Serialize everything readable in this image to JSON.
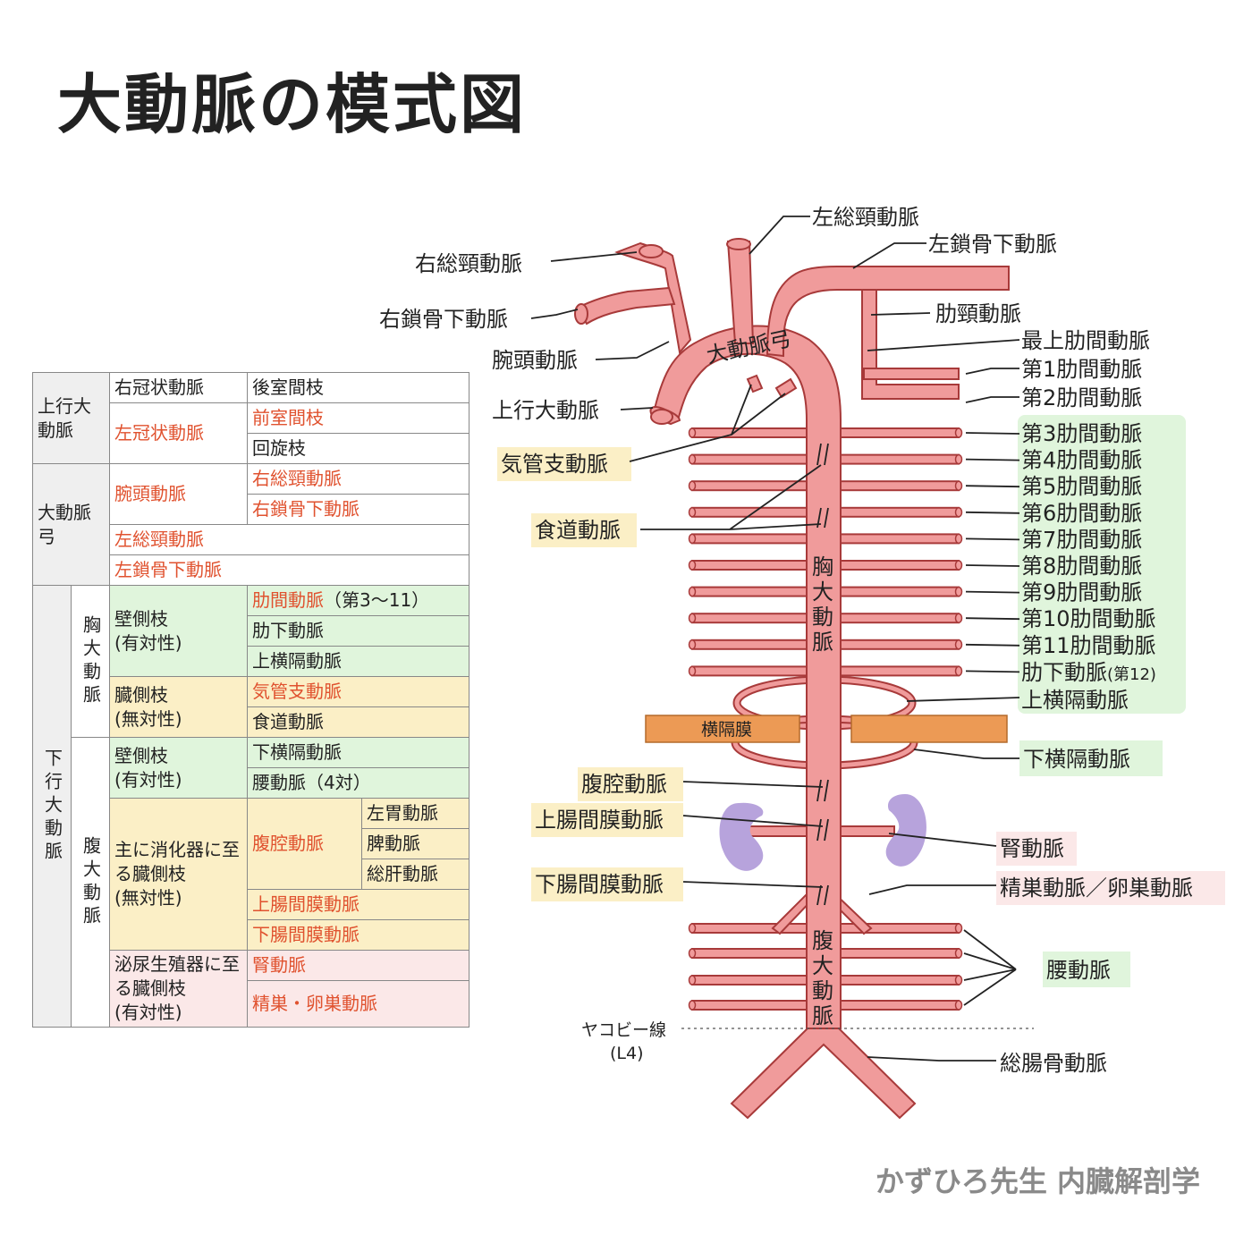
{
  "title": "大動脈の模式図",
  "credit": "かずひろ先生 内臓解剖学",
  "table": {
    "ascending": {
      "group": "上行大動脈",
      "rows": [
        {
          "branch": "右冠状動脈",
          "sub": [
            "後室間枝"
          ]
        },
        {
          "branch": "左冠状動脈",
          "sub": [
            "前室間枝",
            "回旋枝"
          ]
        }
      ]
    },
    "arch": {
      "group": "大動脈弓",
      "rows": [
        {
          "branch": "腕頭動脈",
          "sub": [
            "右総頸動脈",
            "右鎖骨下動脈"
          ]
        },
        {
          "branch": "左総頸動脈"
        },
        {
          "branch": "左鎖骨下動脈"
        }
      ]
    },
    "descending": {
      "group": "下行大動脈",
      "thoracic": {
        "name": "胸大動脈",
        "parietal": {
          "label": "壁側枝",
          "sub": "(有対性)",
          "items": [
            "肋間動脈",
            "（第3〜11）",
            "肋下動脈",
            "上横隔動脈"
          ]
        },
        "visceral": {
          "label": "臓側枝",
          "sub": "(無対性)",
          "items": [
            "気管支動脈",
            "食道動脈"
          ]
        }
      },
      "abdominal": {
        "name": "腹大動脈",
        "parietal": {
          "label": "壁側枝",
          "sub": "(有対性)",
          "items": [
            "下横隔動脈",
            "腰動脈（4対）"
          ]
        },
        "digestive": {
          "label": "主に消化器に至る臓側枝",
          "sub": "(無対性)",
          "celiac": "腹腔動脈",
          "celiac_branches": [
            "左胃動脈",
            "脾動脈",
            "総肝動脈"
          ],
          "others": [
            "上腸間膜動脈",
            "下腸間膜動脈"
          ]
        },
        "urogenital": {
          "label": "泌尿生殖器に至る臓側枝",
          "sub": "(有対性)",
          "items": [
            "腎動脈",
            "精巣・卵巣動脈"
          ]
        }
      }
    }
  },
  "diagram": {
    "arch_label": "大動脈弓",
    "thoracic_label": "胸大動脈",
    "abdominal_label": "腹大動脈",
    "diaphragm_label": "横隔膜",
    "jacoby_label": [
      "ヤコビー線",
      "(L4)"
    ],
    "left_labels": {
      "right_common_carotid": "右総頸動脈",
      "right_subclavian": "右鎖骨下動脈",
      "brachiocephalic": "腕頭動脈",
      "ascending": "上行大動脈",
      "bronchial": "気管支動脈",
      "esophageal": "食道動脈",
      "celiac": "腹腔動脈",
      "sma": "上腸間膜動脈",
      "ima": "下腸間膜動脈"
    },
    "right_labels": {
      "left_common_carotid": "左総頸動脈",
      "left_subclavian": "左鎖骨下動脈",
      "costocervical": "肋頸動脈",
      "supreme_intercostal": "最上肋間動脈",
      "intercostals": [
        "第1肋間動脈",
        "第2肋間動脈",
        "第3肋間動脈",
        "第4肋間動脈",
        "第5肋間動脈",
        "第6肋間動脈",
        "第7肋間動脈",
        "第8肋間動脈",
        "第9肋間動脈",
        "第10肋間動脈",
        "第11肋間動脈"
      ],
      "subcostal": "肋下動脈",
      "subcostal_note": "(第12)",
      "superior_phrenic": "上横隔動脈",
      "inferior_phrenic": "下横隔動脈",
      "renal": "腎動脈",
      "gonadal": "精巣動脈／卵巣動脈",
      "lumbar": "腰動脈",
      "common_iliac": "総腸骨動脈"
    },
    "colors": {
      "vessel": "#f09b9b",
      "vessel_outline": "#a83a3a",
      "diaphragm": "#ec9a55",
      "kidney": "#b7a3dc",
      "parietal_green": "#e0f5dc",
      "visceral_yellow": "#fbefc6",
      "urogenital_pink": "#fbe8e8",
      "red_text": "#e0522f"
    }
  }
}
